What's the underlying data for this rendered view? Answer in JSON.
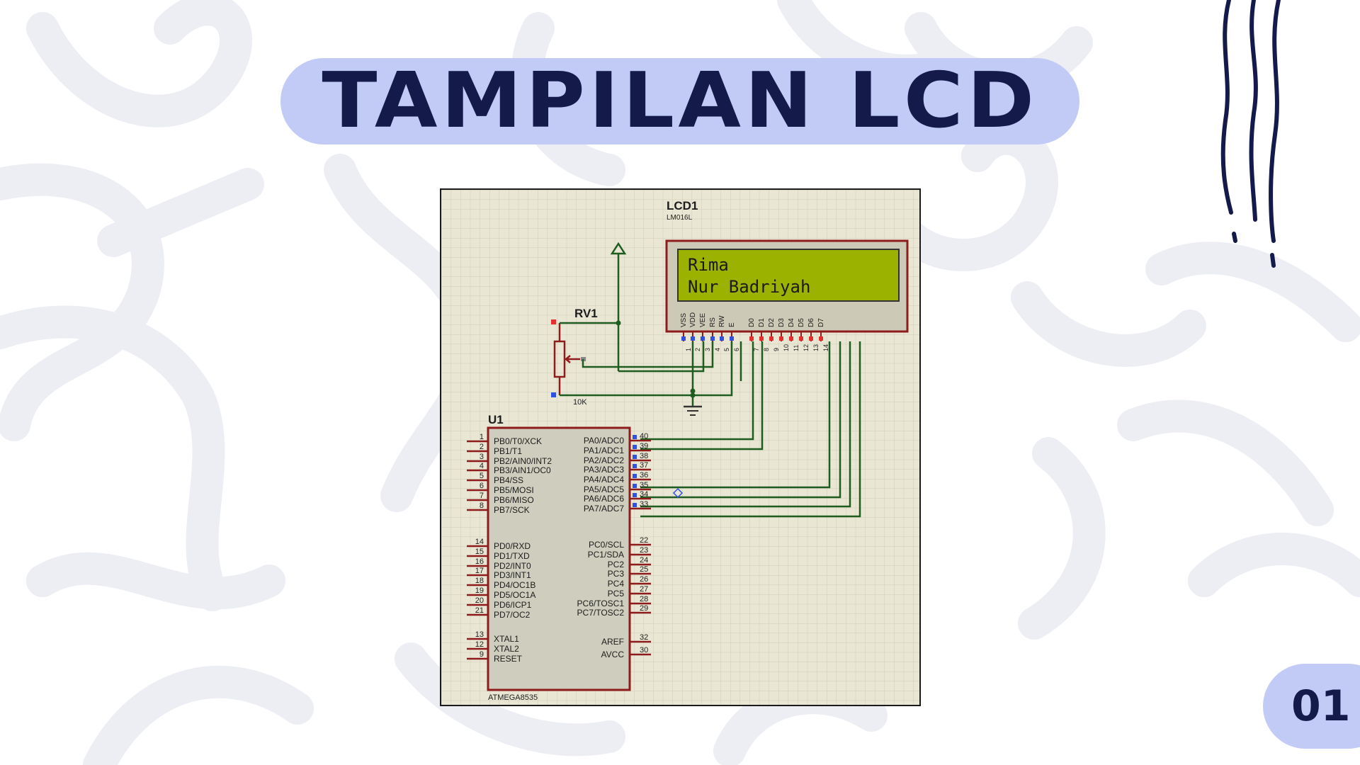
{
  "slide": {
    "title": "TAMPILAN LCD",
    "page_number": "01"
  },
  "colors": {
    "pill": "#c2cbf6",
    "title_text": "#141a4a",
    "background_doodle": "#eceef3",
    "schematic_bg": "#e9e7d4",
    "grid": "#cfcdb8",
    "wire": "#1f5c1f",
    "component": "#8e1c1c",
    "lcd_screen": "#9bb300",
    "chip_body": "#cfcdbd"
  },
  "schematic": {
    "lcd": {
      "ref": "LCD1",
      "model": "LM016L",
      "line1": "Rima",
      "line2": "Nur Badriyah",
      "pin_names": [
        "VSS",
        "VDD",
        "VEE",
        "RS",
        "RW",
        "E",
        "D0",
        "D1",
        "D2",
        "D3",
        "D4",
        "D5",
        "D6",
        "D7"
      ],
      "pin_numbers": [
        "1",
        "2",
        "3",
        "4",
        "5",
        "6",
        "7",
        "8",
        "9",
        "10",
        "11",
        "12",
        "13",
        "14"
      ]
    },
    "pot": {
      "ref": "RV1",
      "value": "10K"
    },
    "mcu": {
      "ref": "U1",
      "part": "ATMEGA8535",
      "left_pins": [
        {
          "num": "1",
          "name": "PB0/T0/XCK"
        },
        {
          "num": "2",
          "name": "PB1/T1"
        },
        {
          "num": "3",
          "name": "PB2/AIN0/INT2"
        },
        {
          "num": "4",
          "name": "PB3/AIN1/OC0"
        },
        {
          "num": "5",
          "name": "PB4/SS"
        },
        {
          "num": "6",
          "name": "PB5/MOSI"
        },
        {
          "num": "7",
          "name": "PB6/MISO"
        },
        {
          "num": "8",
          "name": "PB7/SCK"
        },
        {
          "num": "14",
          "name": "PD0/RXD"
        },
        {
          "num": "15",
          "name": "PD1/TXD"
        },
        {
          "num": "16",
          "name": "PD2/INT0"
        },
        {
          "num": "17",
          "name": "PD3/INT1"
        },
        {
          "num": "18",
          "name": "PD4/OC1B"
        },
        {
          "num": "19",
          "name": "PD5/OC1A"
        },
        {
          "num": "20",
          "name": "PD6/ICP1"
        },
        {
          "num": "21",
          "name": "PD7/OC2"
        },
        {
          "num": "13",
          "name": "XTAL1"
        },
        {
          "num": "12",
          "name": "XTAL2"
        },
        {
          "num": "9",
          "name": "RESET"
        }
      ],
      "right_pins": [
        {
          "num": "40",
          "name": "PA0/ADC0"
        },
        {
          "num": "39",
          "name": "PA1/ADC1"
        },
        {
          "num": "38",
          "name": "PA2/ADC2"
        },
        {
          "num": "37",
          "name": "PA3/ADC3"
        },
        {
          "num": "36",
          "name": "PA4/ADC4"
        },
        {
          "num": "35",
          "name": "PA5/ADC5"
        },
        {
          "num": "34",
          "name": "PA6/ADC6"
        },
        {
          "num": "33",
          "name": "PA7/ADC7"
        },
        {
          "num": "22",
          "name": "PC0/SCL"
        },
        {
          "num": "23",
          "name": "PC1/SDA"
        },
        {
          "num": "24",
          "name": "PC2"
        },
        {
          "num": "25",
          "name": "PC3"
        },
        {
          "num": "26",
          "name": "PC4"
        },
        {
          "num": "27",
          "name": "PC5"
        },
        {
          "num": "28",
          "name": "PC6/TOSC1"
        },
        {
          "num": "29",
          "name": "PC7/TOSC2"
        },
        {
          "num": "32",
          "name": "AREF"
        },
        {
          "num": "30",
          "name": "AVCC"
        }
      ]
    }
  }
}
